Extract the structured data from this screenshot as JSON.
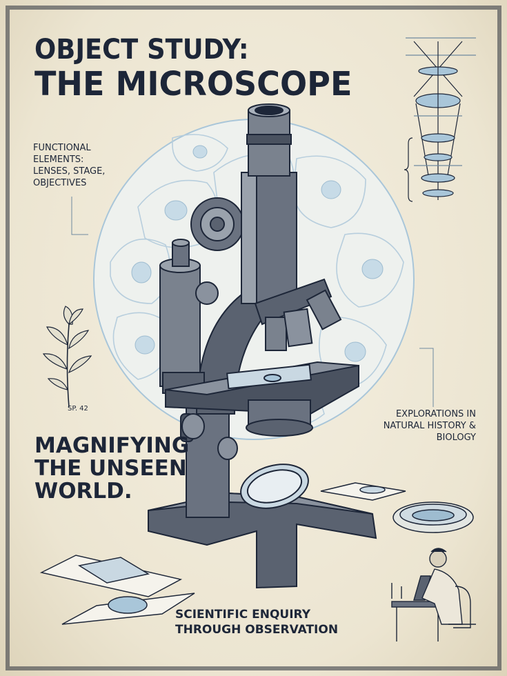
{
  "poster": {
    "title_line1": "OBJECT STUDY:",
    "title_line2": "THE MICROSCOPE",
    "functional_caption": "FUNCTIONAL ELEMENTS: LENSES, STAGE, OBJECTIVES",
    "specimen_label": "SP. 42",
    "headline_lines": [
      "MAGNIFYING",
      "THE UNSEEN",
      "WORLD."
    ],
    "explorations_caption": "EXPLORATIONS IN NATURAL HISTORY & BIOLOGY",
    "footer_lines": [
      "SCIENTIFIC ENQUIRY",
      "THROUGH OBSERVATION"
    ]
  },
  "colors": {
    "ink": "#1d2638",
    "accent_blue": "#a9c6d9",
    "paper": "#efe9d8",
    "metal": "#4a5260"
  },
  "icons": {
    "lens_diagram": "lens-diagram-icon",
    "plant": "plant-sprig-icon",
    "microscope": "microscope-illustration",
    "cell_circle": "cell-pattern-circle",
    "slides": "glass-slide-icon",
    "petri_dish": "petri-dish-icon",
    "scientist": "scientist-at-microscope-icon"
  }
}
